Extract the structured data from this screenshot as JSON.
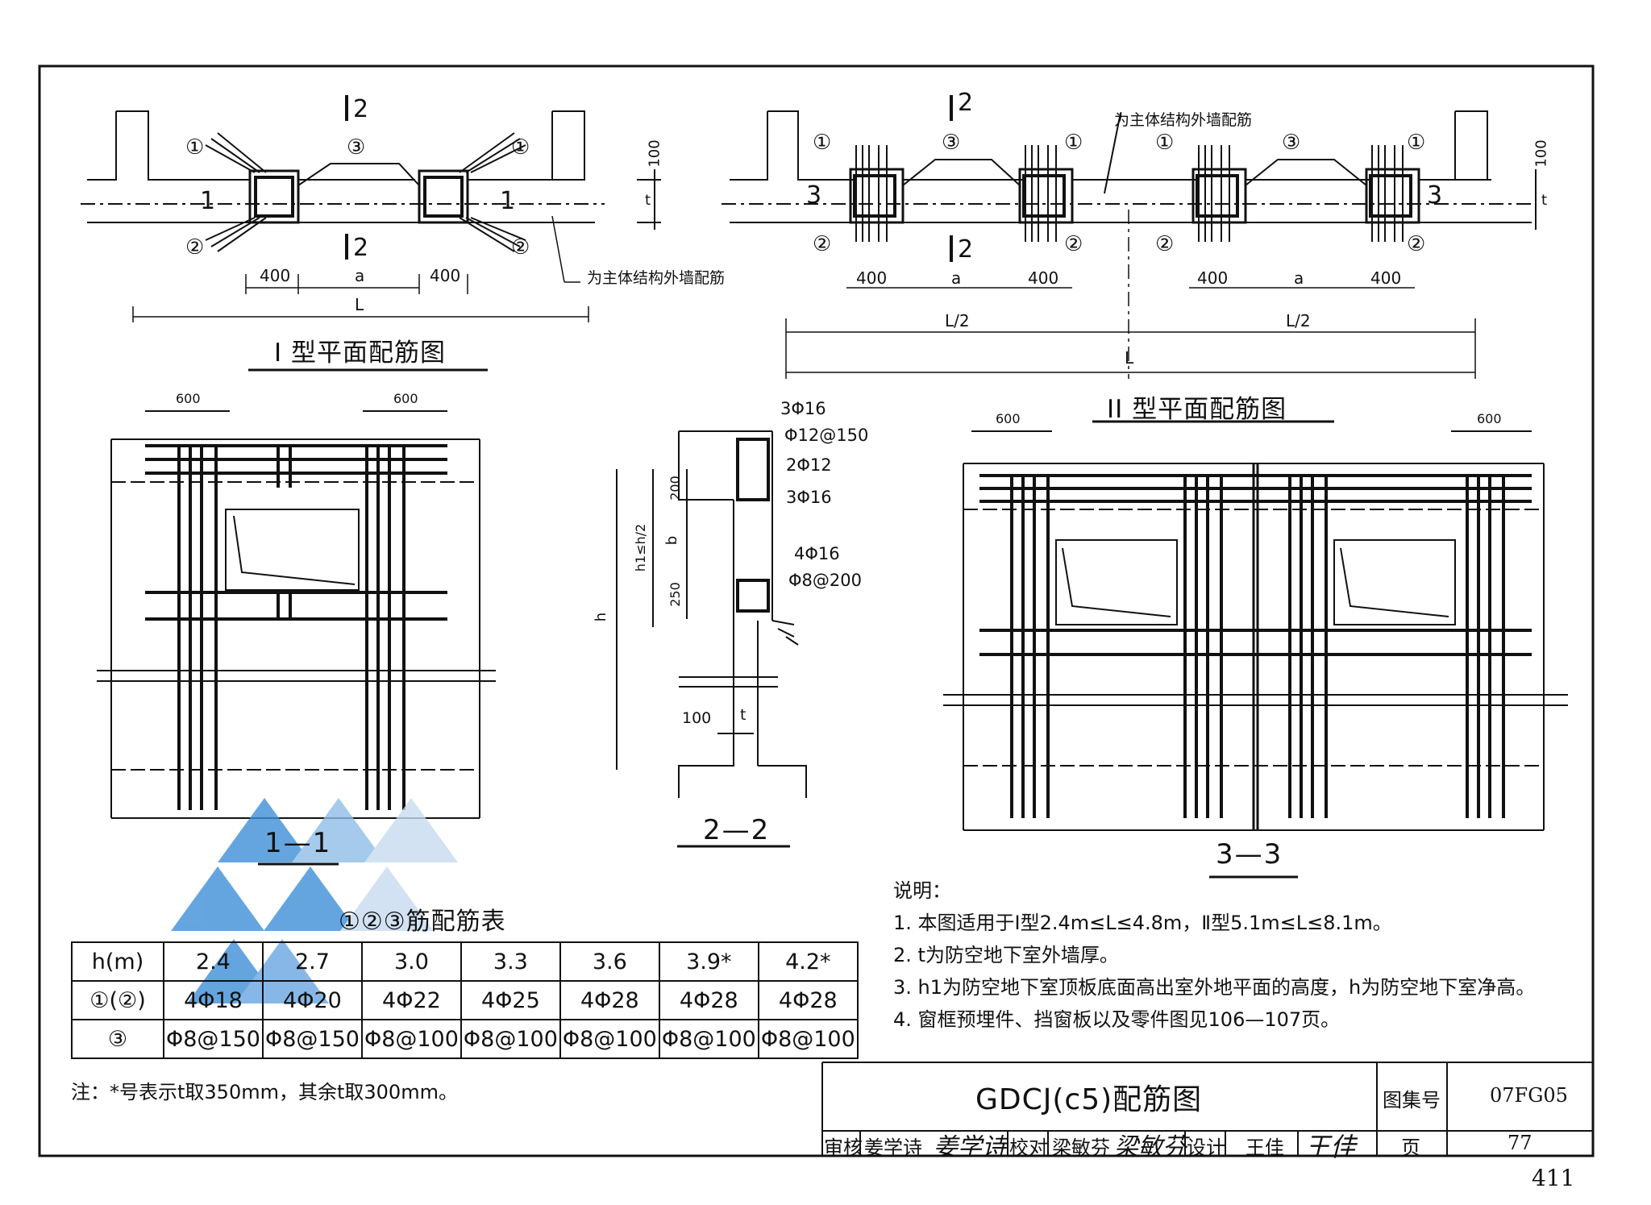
{
  "plan1": {
    "title": "I 型平面配筋图",
    "section_mark_top": "2",
    "section_mark_bottom": "2",
    "section_mark_left": "1",
    "section_mark_right": "1",
    "callout_1": "①",
    "callout_2": "②",
    "callout_3": "③",
    "dim_400": "400",
    "dim_a": "a",
    "dim_L": "L",
    "dim_100": "100",
    "dim_t": "t",
    "note_wall": "为主体结构外墙配筋"
  },
  "plan2": {
    "title": "II 型平面配筋图",
    "section_mark_top": "2",
    "section_mark_bottom": "2",
    "section_mark_left": "3",
    "section_mark_right": "3",
    "callout_1": "①",
    "callout_2": "②",
    "callout_3": "③",
    "dim_400": "400",
    "dim_a": "a",
    "dim_half": "L/2",
    "dim_L": "L",
    "dim_100": "100",
    "dim_t": "t",
    "note_wall": "为主体结构外墙配筋"
  },
  "section_1_1": {
    "title": "1—1",
    "dim_600": "600"
  },
  "section_2_2": {
    "title": "2—2",
    "labels": [
      "3Φ16",
      "Φ12@150",
      "2Φ12",
      "3Φ16",
      "4Φ16",
      "Φ8@200"
    ],
    "dim_200": "200",
    "dim_b": "b",
    "dim_250": "250",
    "dim_h1": "h1≤h/2",
    "dim_h": "h",
    "dim_100": "100",
    "dim_t": "t"
  },
  "section_3_3": {
    "title": "3—3",
    "dim_600": "600"
  },
  "rebar_table": {
    "title": "①②③筋配筋表",
    "rows": [
      [
        "h(m)",
        "2.4",
        "2.7",
        "3.0",
        "3.3",
        "3.6",
        "3.9*",
        "4.2*"
      ],
      [
        "①(②)",
        "4Φ18",
        "4Φ20",
        "4Φ22",
        "4Φ25",
        "4Φ28",
        "4Φ28",
        "4Φ28"
      ],
      [
        "③",
        "Φ8@150",
        "Φ8@150",
        "Φ8@100",
        "Φ8@100",
        "Φ8@100",
        "Φ8@100",
        "Φ8@100"
      ]
    ],
    "footnote": "注：*号表示t取350mm，其余t取300mm。"
  },
  "notes": {
    "heading": "说明：",
    "items": [
      "1. 本图适用于Ⅰ型2.4m≤L≤4.8m，Ⅱ型5.1m≤L≤8.1m。",
      "2. t为防空地下室外墙厚。",
      "3. h1为防空地下室顶板底面高出室外地平面的高度，h为防空地下室净高。",
      "4. 窗框预埋件、挡窗板以及零件图见106—107页。"
    ]
  },
  "title_block": {
    "drawing_title": "GDCJ(c5)配筋图",
    "atlas_label": "图集号",
    "atlas_no": "07FG05",
    "page_label": "页",
    "page_no": "77",
    "review_label": "审核",
    "reviewer": "姜学诗",
    "check_label": "校对",
    "checker": "梁敏芬",
    "design_label": "设计",
    "designer": "王佳",
    "reviewer_signature": "姜学诗",
    "checker_signature": "梁敏芬",
    "designer_signature": "王佳"
  },
  "page_number": "411",
  "colors": {
    "line": "#111111",
    "watermark": "#3f8fd8"
  }
}
